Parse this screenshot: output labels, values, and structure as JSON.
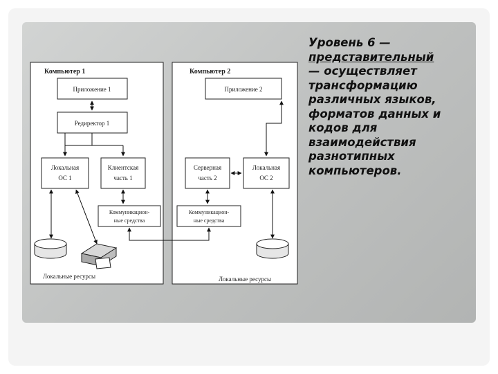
{
  "diagram": {
    "computer1_title": "Компьютер 1",
    "computer2_title": "Компьютер 2",
    "app1": "Приложение 1",
    "app2": "Приложение 2",
    "redirector1": "Редиректор 1",
    "local_os1": [
      "Локальная",
      "ОС 1"
    ],
    "client_part1": [
      "Клиентская",
      "часть 1"
    ],
    "server_part2": [
      "Серверная",
      "часть 2"
    ],
    "local_os2": [
      "Локальная",
      "ОС 2"
    ],
    "comm_means1": [
      "Коммуникацион-",
      "ные средства"
    ],
    "comm_means2": [
      "Коммуникацион-",
      "ные средства"
    ],
    "local_resources1": "Локальные ресурсы",
    "local_resources2": "Локальные ресурсы"
  },
  "side_text": {
    "line1": "Уровень 6 —",
    "line2": "представительный",
    "line3": "— осуществляет трансформацию различных языков, форматов данных и кодов для взаимодействия разнотипных компьютеров."
  }
}
